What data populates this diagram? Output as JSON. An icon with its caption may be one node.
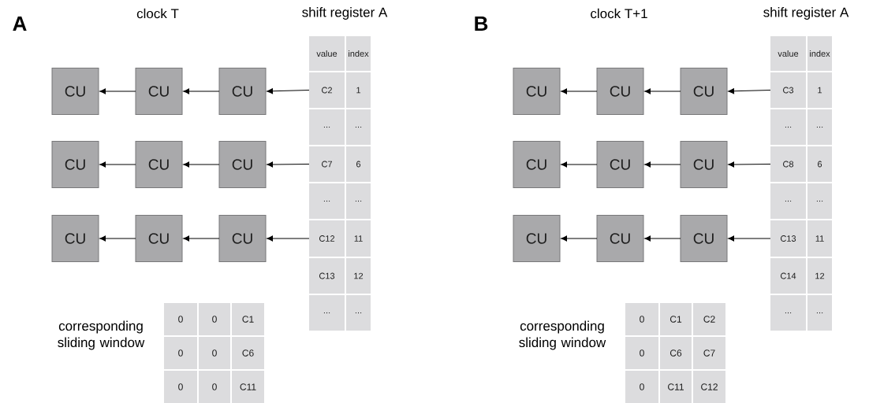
{
  "diagram": {
    "nodes": [
      {
        "text": [
          "CU"
        ]
      },
      {
        "text": [
          "CU"
        ]
      },
      {
        "text": [
          "CU"
        ]
      },
      {
        "text": [
          "CU"
        ]
      },
      {
        "text": [
          "CU"
        ]
      },
      {
        "text": [
          "CU"
        ]
      },
      {
        "text": [
          "CU"
        ]
      },
      {
        "text": [
          "CU"
        ]
      },
      {
        "text": [
          "CU"
        ]
      },
      {
        "text": [
          "value"
        ]
      },
      {
        "text": [
          "index"
        ]
      },
      {
        "text": [
          "C2"
        ]
      },
      {
        "text": [
          "1"
        ]
      },
      {
        "text": [
          "..."
        ]
      },
      {
        "text": [
          "..."
        ]
      },
      {
        "text": [
          "C7"
        ]
      },
      {
        "text": [
          "6"
        ]
      },
      {
        "text": [
          "..."
        ]
      },
      {
        "text": [
          "..."
        ]
      },
      {
        "text": [
          "C12"
        ]
      },
      {
        "text": [
          "11"
        ]
      },
      {
        "text": [
          "C13"
        ]
      },
      {
        "text": [
          "12"
        ]
      },
      {
        "text": [
          "..."
        ]
      },
      {
        "text": [
          "..."
        ]
      },
      {
        "text": [
          "0"
        ]
      },
      {
        "text": [
          "0"
        ]
      },
      {
        "text": [
          "C1"
        ]
      },
      {
        "text": [
          "0"
        ]
      },
      {
        "text": [
          "0"
        ]
      },
      {
        "text": [
          "C6"
        ]
      },
      {
        "text": [
          "0"
        ]
      },
      {
        "text": [
          "0"
        ]
      },
      {
        "text": [
          "C11"
        ]
      },
      {
        "text": [
          "CU"
        ]
      },
      {
        "text": [
          "CU"
        ]
      },
      {
        "text": [
          "CU"
        ]
      },
      {
        "text": [
          "CU"
        ]
      },
      {
        "text": [
          "CU"
        ]
      },
      {
        "text": [
          "CU"
        ]
      },
      {
        "text": [
          "CU"
        ]
      },
      {
        "text": [
          "CU"
        ]
      },
      {
        "text": [
          "CU"
        ]
      },
      {
        "text": [
          "value"
        ]
      },
      {
        "text": [
          "index"
        ]
      },
      {
        "text": [
          "C3"
        ]
      },
      {
        "text": [
          "1"
        ]
      },
      {
        "text": [
          "..."
        ]
      },
      {
        "text": [
          "..."
        ]
      },
      {
        "text": [
          "C8"
        ]
      },
      {
        "text": [
          "6"
        ]
      },
      {
        "text": [
          "..."
        ]
      },
      {
        "text": [
          "..."
        ]
      },
      {
        "text": [
          "C13"
        ]
      },
      {
        "text": [
          "11"
        ]
      },
      {
        "text": [
          "C14"
        ]
      },
      {
        "text": [
          "12"
        ]
      },
      {
        "text": [
          "..."
        ]
      },
      {
        "text": [
          "..."
        ]
      },
      {
        "text": [
          "0"
        ]
      },
      {
        "text": [
          "C1"
        ]
      },
      {
        "text": [
          "C2"
        ]
      },
      {
        "text": [
          "0"
        ]
      },
      {
        "text": [
          "C6"
        ]
      },
      {
        "text": [
          "C7"
        ]
      },
      {
        "text": [
          "0"
        ]
      },
      {
        "text": [
          "C11"
        ]
      },
      {
        "text": [
          "C12"
        ]
      }
    ],
    "edges": [
      {
        "from": 11,
        "to": 2,
        "arrow": "to"
      },
      {
        "from": 2,
        "to": 1,
        "arrow": "to"
      },
      {
        "from": 1,
        "to": 0,
        "arrow": "to"
      },
      {
        "from": 15,
        "to": 5,
        "arrow": "to"
      },
      {
        "from": 5,
        "to": 4,
        "arrow": "to"
      },
      {
        "from": 4,
        "to": 3,
        "arrow": "to"
      },
      {
        "from": 19,
        "to": 8,
        "arrow": "to"
      },
      {
        "from": 8,
        "to": 7,
        "arrow": "to"
      },
      {
        "from": 7,
        "to": 6,
        "arrow": "to"
      },
      {
        "from": 45,
        "to": 36,
        "arrow": "to"
      },
      {
        "from": 36,
        "to": 35,
        "arrow": "to"
      },
      {
        "from": 35,
        "to": 34,
        "arrow": "to"
      },
      {
        "from": 49,
        "to": 39,
        "arrow": "to"
      },
      {
        "from": 39,
        "to": 38,
        "arrow": "to"
      },
      {
        "from": 38,
        "to": 37,
        "arrow": "to"
      },
      {
        "from": 53,
        "to": 42,
        "arrow": "to"
      },
      {
        "from": 42,
        "to": 41,
        "arrow": "to"
      },
      {
        "from": 41,
        "to": 40,
        "arrow": "to"
      }
    ],
    "labels": [
      "A",
      "clock T",
      "shift register A",
      "corresponding sliding window",
      "B",
      "clock T+1",
      "shift register A",
      "corresponding sliding window"
    ]
  }
}
